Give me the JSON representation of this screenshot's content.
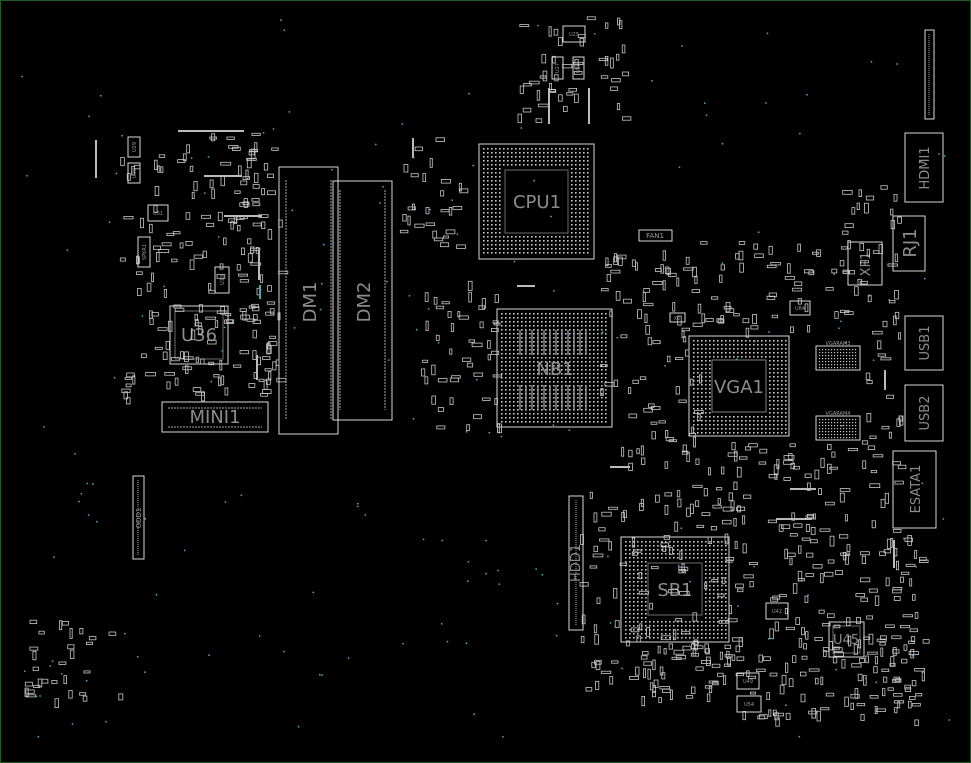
{
  "board": {
    "outline_color": "#1f5c1f",
    "background": "#000000",
    "part_color": "#d8d8d8",
    "label_color": "#8c8c8c",
    "via_color": "#4aa7b7"
  },
  "labels": {
    "cpu": "CPU1",
    "nb": "NB1",
    "vga": "VGA1",
    "sb": "SB1",
    "dm1": "DM1",
    "dm2": "DM2",
    "u36": "U36",
    "mini": "MINI1",
    "hdmi": "HDMI1",
    "rj": "RJ1",
    "xf": "XF1",
    "usb1": "USB1",
    "usb2": "USB2",
    "esata": "ESATA1",
    "u45": "U45",
    "odd": "ODD1",
    "hdd": "HDD1",
    "fan": "FAN1",
    "u25": "U25",
    "u27": "U27",
    "u28": "U28",
    "u29": "U29",
    "u30": "U30",
    "u31": "U31",
    "u33": "U33",
    "u42": "U42",
    "u49": "U49",
    "u54": "U54",
    "u84": "U84",
    "spkr": "SPKR1",
    "x6": "X6",
    "vgaram3": "VGARAM3",
    "vgaram4": "VGARAM4"
  }
}
